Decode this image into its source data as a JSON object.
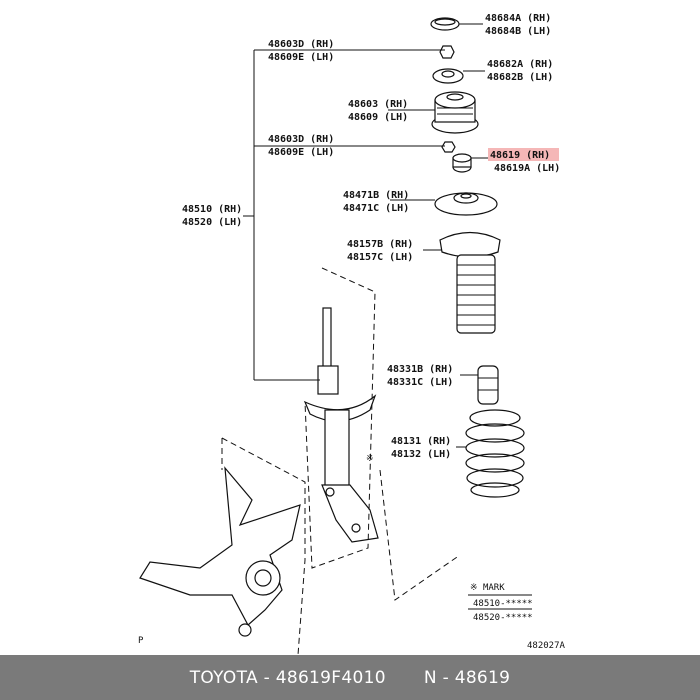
{
  "diagram": {
    "labels": {
      "cap_rh": "48684A (RH)",
      "cap_lh": "48684B (LH)",
      "seat_rh": "48682A (RH)",
      "seat_lh": "48682B (LH)",
      "nut_top_rh": "48603D (RH)",
      "nut_top_lh": "48609E (LH)",
      "support_rh": "48603 (RH)",
      "support_lh": "48609 (LH)",
      "nut_mid_rh": "48603D (RH)",
      "nut_mid_lh": "48609E (LH)",
      "target_rh": "48619 (RH)",
      "target_lh": "48619A (LH)",
      "upper_seat_rh": "48471B (RH)",
      "upper_seat_lh": "48471C (LH)",
      "boot_rh": "48157B (RH)",
      "boot_lh": "48157C (LH)",
      "strut_rh": "48510 (RH)",
      "strut_lh": "48520 (LH)",
      "bumper_rh": "48331B (RH)",
      "bumper_lh": "48331C (LH)",
      "spring_rh": "48131 (RH)",
      "spring_lh": "48132 (LH)"
    },
    "mark_symbol": "※",
    "mark_box": {
      "title": "※ MARK",
      "line1": "48510-*****",
      "line2": "48520-*****"
    },
    "corner_p": "P",
    "diagram_code": "482027A",
    "highlight_color": "#f5b7b7"
  },
  "footer": {
    "brand_part": "TOYOTA - 48619F4010",
    "ref": "N - 48619"
  }
}
